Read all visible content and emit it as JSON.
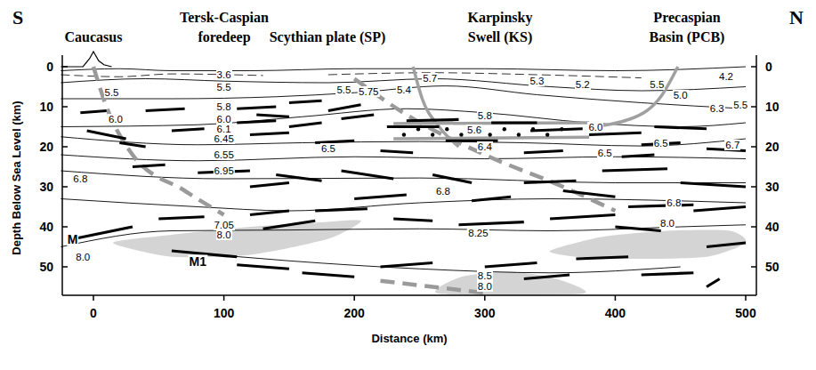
{
  "diagram": {
    "labels": [
      "S",
      "Caucasus",
      "Tersk-Caspian foredeep",
      "Scythian plate (SP)",
      "Karpinsky Swell (KS)",
      "Precaspian Basin (PCB)",
      "N",
      "0",
      "10",
      "20",
      "30",
      "40",
      "50",
      "0",
      "10",
      "20",
      "30",
      "40",
      "50",
      "0",
      "100",
      "200",
      "300",
      "400",
      "500",
      "Depth Below Sea Level (km)",
      "Distance (km)",
      "3.6",
      "5.5",
      "5.5",
      "5.5",
      "5.75",
      "5.4",
      "5.7",
      "5.3",
      "5.2",
      "5.5",
      "4.2",
      "5.0",
      "6.3",
      "5.5",
      "5.8",
      "6.0",
      "6.0",
      "6.1",
      "6.45",
      "6.55",
      "6.5",
      "6.95",
      "6.8",
      "7.05",
      "8.0",
      "8.0",
      "M",
      "M1",
      "5.8",
      "5.6",
      "6.0",
      "6.4",
      "6.5",
      "6.5",
      "6.7",
      "6.8",
      "6.8",
      "8.25",
      "8.0",
      "8.5",
      "8.0"
    ]
  }
}
